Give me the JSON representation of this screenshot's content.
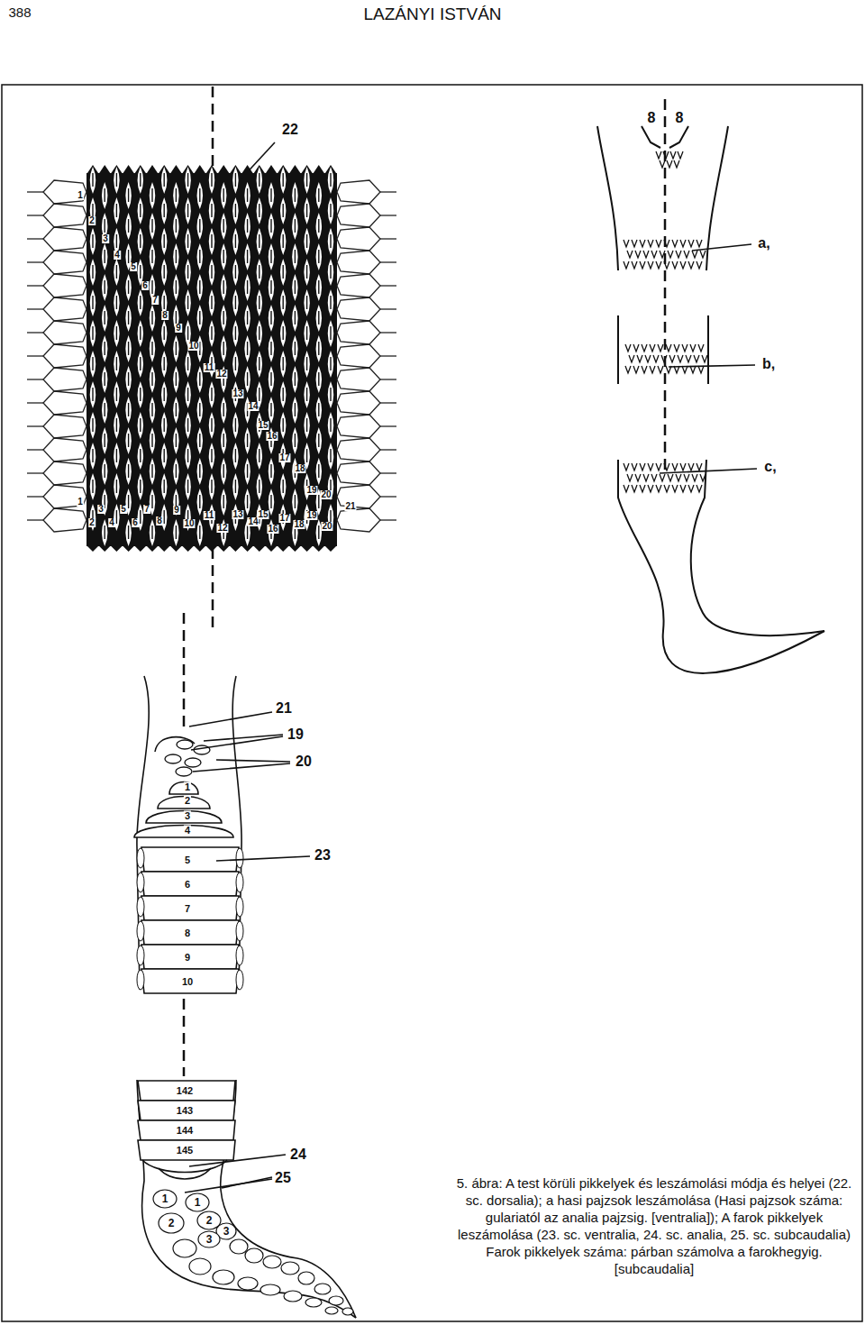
{
  "diagram": {
    "caption": "5. ábra: A test körüli pikkelyek és leszámolási módja és helyei (22. sc. dorsalia); a hasi pajzsok leszámolása (Hasi pajzsok száma: gulariatól az analia pajzsig. [ventralia]); A farok pikkelyek leszámolása (23. sc. ventralia, 24. sc. analia, 25. sc. subcaudalia) Farok pikkelyek száma: párban számolva a farokhegyig. [subcaudalia]",
    "labels": [
      "388",
      "LAZÁNYI ISTVÁN",
      "22",
      "1",
      "2",
      "3",
      "4",
      "5",
      "6",
      "7",
      "8",
      "9",
      "10",
      "11",
      "12",
      "13",
      "14",
      "15",
      "16",
      "17",
      "18",
      "19",
      "20",
      "21",
      "1",
      "2",
      "3",
      "4",
      "5",
      "6",
      "7",
      "8",
      "9",
      "10",
      "11",
      "12",
      "13",
      "14",
      "15",
      "16",
      "17",
      "18",
      "19",
      "20",
      "8",
      "8",
      "a,",
      "b,",
      "c,",
      "21",
      "19",
      "20",
      "1",
      "2",
      "3",
      "4",
      "5",
      "23",
      "6",
      "7",
      "8",
      "9",
      "10",
      "142",
      "143",
      "144",
      "145",
      "24",
      "25",
      "1",
      "1",
      "2",
      "2",
      "3",
      "3"
    ]
  }
}
